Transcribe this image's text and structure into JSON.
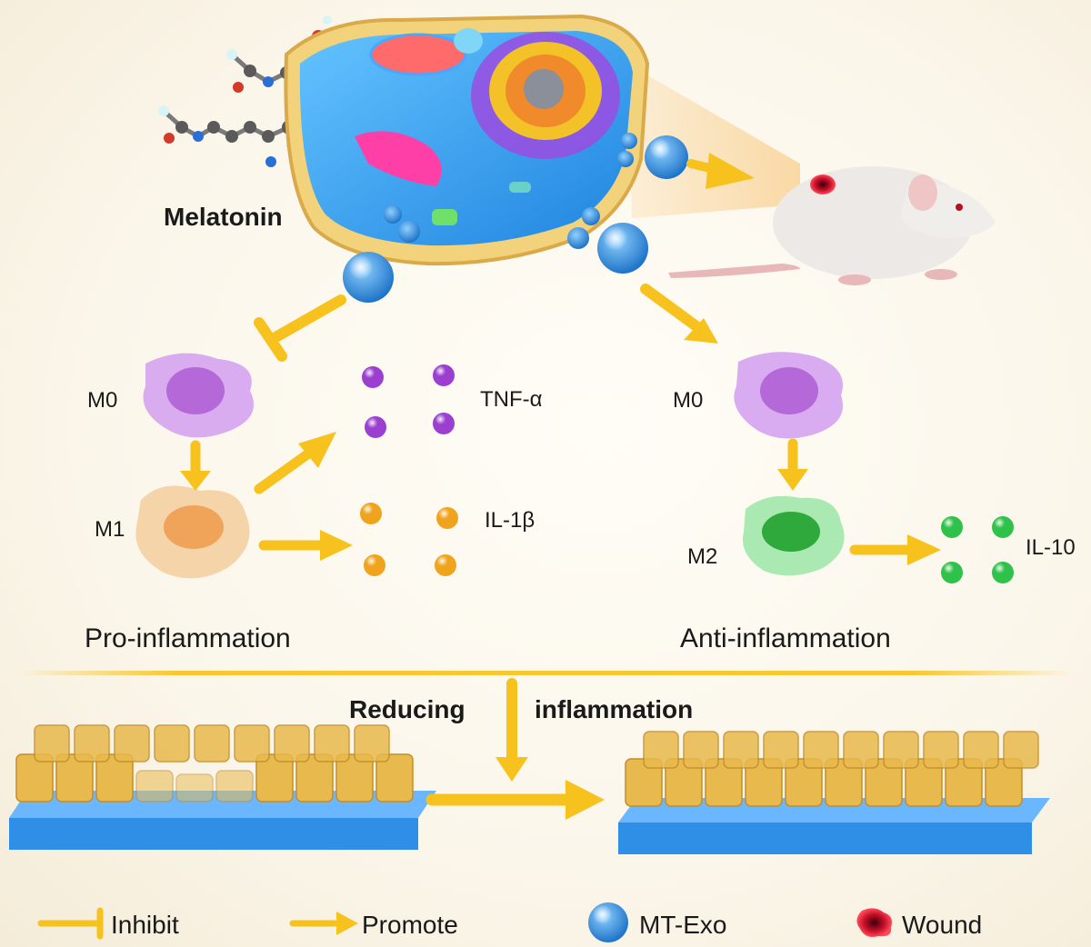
{
  "labels": {
    "melatonin": "Melatonin",
    "m0_left": "M0",
    "m1": "M1",
    "m0_right": "M0",
    "m2": "M2",
    "tnf": "TNF-α",
    "il1b": "IL-1β",
    "il10": "IL-10",
    "pro": "Pro-inflammation",
    "anti": "Anti-inflammation",
    "reducing": "Reducing",
    "inflammation": "inflammation"
  },
  "legend": {
    "inhibit": "Inhibit",
    "promote": "Promote",
    "mtexo": "MT-Exo",
    "wound": "Wound"
  },
  "colors": {
    "arrow": "#f7c21e",
    "cell_membrane": "#f2d27a",
    "cytoplasm": "#3aa0ee",
    "exosome": "#2b8fe0",
    "m0_cell": "#c98ce8",
    "m1_cell": "#f2c58e",
    "m2_cell": "#7fd98a",
    "tnf_bead": "#9b3fd0",
    "il1b_bead": "#f0a41e",
    "il10_bead": "#2fc24a",
    "wound": "#c9102a",
    "tissue_top": "#e8b94c",
    "tissue_base": "#2f8fe6"
  }
}
